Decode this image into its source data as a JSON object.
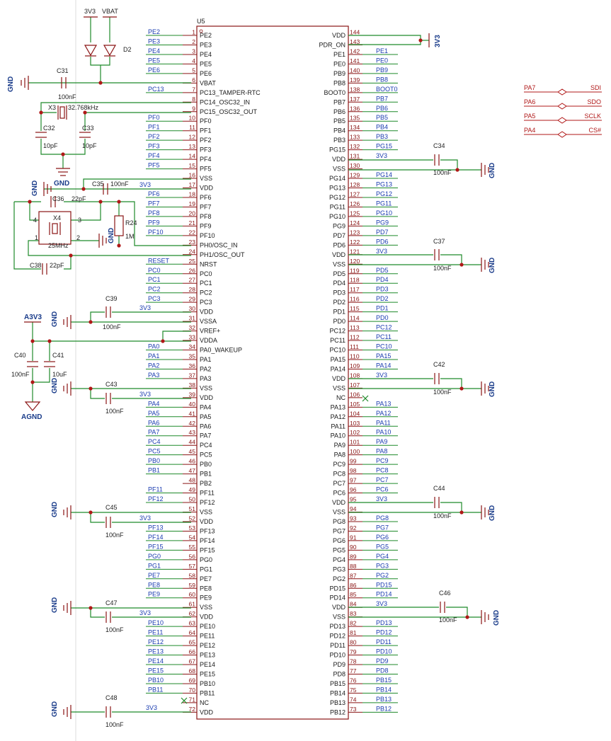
{
  "ic": {
    "ref": "U5",
    "left_pins": [
      [
        "1",
        "PE2",
        "PE2"
      ],
      [
        "2",
        "PE3",
        "PE3"
      ],
      [
        "3",
        "PE4",
        "PE4"
      ],
      [
        "4",
        "PE5",
        "PE5"
      ],
      [
        "5",
        "PE6",
        "PE6"
      ],
      [
        "6",
        "VBAT",
        ""
      ],
      [
        "7",
        "PC13_TAMPER-RTC",
        "PC13"
      ],
      [
        "8",
        "PC14_OSC32_IN",
        ""
      ],
      [
        "9",
        "PC15_OSC32_OUT",
        ""
      ],
      [
        "10",
        "PF0",
        "PF0"
      ],
      [
        "11",
        "PF1",
        "PF1"
      ],
      [
        "12",
        "PF2",
        "PF2"
      ],
      [
        "13",
        "PF3",
        "PF3"
      ],
      [
        "14",
        "PF4",
        "PF4"
      ],
      [
        "15",
        "PF5",
        "PF5"
      ],
      [
        "16",
        "VSS",
        ""
      ],
      [
        "17",
        "VDD",
        "3V3"
      ],
      [
        "18",
        "PF6",
        "PF6"
      ],
      [
        "19",
        "PF7",
        "PF7"
      ],
      [
        "20",
        "PF8",
        "PF8"
      ],
      [
        "21",
        "PF9",
        "PF9"
      ],
      [
        "22",
        "PF10",
        "PF10"
      ],
      [
        "23",
        "PH0/OSC_IN",
        ""
      ],
      [
        "24",
        "PH1/OSC_OUT",
        ""
      ],
      [
        "25",
        "NRST",
        "RESET"
      ],
      [
        "26",
        "PC0",
        "PC0"
      ],
      [
        "27",
        "PC1",
        "PC1"
      ],
      [
        "28",
        "PC2",
        "PC2"
      ],
      [
        "29",
        "PC3",
        "PC3"
      ],
      [
        "30",
        "VDD",
        "3V3"
      ],
      [
        "31",
        "VSSA",
        ""
      ],
      [
        "32",
        "VREF+",
        ""
      ],
      [
        "33",
        "VDDA",
        ""
      ],
      [
        "34",
        "PA0_WAKEUP",
        "PA0"
      ],
      [
        "35",
        "PA1",
        "PA1"
      ],
      [
        "36",
        "PA2",
        "PA2"
      ],
      [
        "37",
        "PA3",
        "PA3"
      ],
      [
        "38",
        "VSS",
        ""
      ],
      [
        "39",
        "VDD",
        "3V3"
      ],
      [
        "40",
        "PA4",
        "PA4"
      ],
      [
        "41",
        "PA5",
        "PA5"
      ],
      [
        "42",
        "PA6",
        "PA6"
      ],
      [
        "43",
        "PA7",
        "PA7"
      ],
      [
        "44",
        "PC4",
        "PC4"
      ],
      [
        "45",
        "PC5",
        "PC5"
      ],
      [
        "46",
        "PB0",
        "PB0"
      ],
      [
        "47",
        "PB1",
        "PB1"
      ],
      [
        "48",
        "PB2",
        ""
      ],
      [
        "49",
        "PF11",
        "PF11"
      ],
      [
        "50",
        "PF12",
        "PF12"
      ],
      [
        "51",
        "VSS",
        ""
      ],
      [
        "52",
        "VDD",
        "3V3"
      ],
      [
        "53",
        "PF13",
        "PF13"
      ],
      [
        "54",
        "PF14",
        "PF14"
      ],
      [
        "55",
        "PF15",
        "PF15"
      ],
      [
        "56",
        "PG0",
        "PG0"
      ],
      [
        "57",
        "PG1",
        "PG1"
      ],
      [
        "58",
        "PE7",
        "PE7"
      ],
      [
        "59",
        "PE8",
        "PE8"
      ],
      [
        "60",
        "PE9",
        "PE9"
      ],
      [
        "61",
        "VSS",
        ""
      ],
      [
        "62",
        "VDD",
        "3V3"
      ],
      [
        "63",
        "PE10",
        "PE10"
      ],
      [
        "64",
        "PE11",
        "PE11"
      ],
      [
        "65",
        "PE12",
        "PE12"
      ],
      [
        "66",
        "PE13",
        "PE13"
      ],
      [
        "67",
        "PE14",
        "PE14"
      ],
      [
        "68",
        "PE15",
        "PE15"
      ],
      [
        "69",
        "PB10",
        "PB10"
      ],
      [
        "70",
        "PB11",
        "PB11"
      ],
      [
        "71",
        "NC",
        ""
      ],
      [
        "72",
        "VDD",
        "3V3"
      ]
    ],
    "right_pins": [
      [
        "144",
        "VDD",
        ""
      ],
      [
        "143",
        "PDR_ON",
        ""
      ],
      [
        "142",
        "PE1",
        "PE1"
      ],
      [
        "141",
        "PE0",
        "PE0"
      ],
      [
        "140",
        "PB9",
        "PB9"
      ],
      [
        "139",
        "PB8",
        "PB8"
      ],
      [
        "138",
        "BOOT0",
        "BOOT0"
      ],
      [
        "137",
        "PB7",
        "PB7"
      ],
      [
        "136",
        "PB6",
        "PB6"
      ],
      [
        "135",
        "PB5",
        "PB5"
      ],
      [
        "134",
        "PB4",
        "PB4"
      ],
      [
        "133",
        "PB3",
        "PB3"
      ],
      [
        "132",
        "PG15",
        "PG15"
      ],
      [
        "131",
        "VDD",
        "3V3"
      ],
      [
        "130",
        "VSS",
        ""
      ],
      [
        "129",
        "PG14",
        "PG14"
      ],
      [
        "128",
        "PG13",
        "PG13"
      ],
      [
        "127",
        "PG12",
        "PG12"
      ],
      [
        "126",
        "PG11",
        "PG11"
      ],
      [
        "125",
        "PG10",
        "PG10"
      ],
      [
        "124",
        "PG9",
        "PG9"
      ],
      [
        "123",
        "PD7",
        "PD7"
      ],
      [
        "122",
        "PD6",
        "PD6"
      ],
      [
        "121",
        "VDD",
        "3V3"
      ],
      [
        "120",
        "VSS",
        ""
      ],
      [
        "119",
        "PD5",
        "PD5"
      ],
      [
        "118",
        "PD4",
        "PD4"
      ],
      [
        "117",
        "PD3",
        "PD3"
      ],
      [
        "116",
        "PD2",
        "PD2"
      ],
      [
        "115",
        "PD1",
        "PD1"
      ],
      [
        "114",
        "PD0",
        "PD0"
      ],
      [
        "113",
        "PC12",
        "PC12"
      ],
      [
        "112",
        "PC11",
        "PC11"
      ],
      [
        "111",
        "PC10",
        "PC10"
      ],
      [
        "110",
        "PA15",
        "PA15"
      ],
      [
        "109",
        "PA14",
        "PA14"
      ],
      [
        "108",
        "VDD",
        "3V3"
      ],
      [
        "107",
        "VSS",
        ""
      ],
      [
        "106",
        "NC",
        ""
      ],
      [
        "105",
        "PA13",
        "PA13"
      ],
      [
        "104",
        "PA12",
        "PA12"
      ],
      [
        "103",
        "PA11",
        "PA11"
      ],
      [
        "102",
        "PA10",
        "PA10"
      ],
      [
        "101",
        "PA9",
        "PA9"
      ],
      [
        "100",
        "PA8",
        "PA8"
      ],
      [
        "99",
        "PC9",
        "PC9"
      ],
      [
        "98",
        "PC8",
        "PC8"
      ],
      [
        "97",
        "PC7",
        "PC7"
      ],
      [
        "96",
        "PC6",
        "PC6"
      ],
      [
        "95",
        "VDD",
        "3V3"
      ],
      [
        "94",
        "VSS",
        ""
      ],
      [
        "93",
        "PG8",
        "PG8"
      ],
      [
        "92",
        "PG7",
        "PG7"
      ],
      [
        "91",
        "PG6",
        "PG6"
      ],
      [
        "90",
        "PG5",
        "PG5"
      ],
      [
        "89",
        "PG4",
        "PG4"
      ],
      [
        "88",
        "PG3",
        "PG3"
      ],
      [
        "87",
        "PG2",
        "PG2"
      ],
      [
        "86",
        "PD15",
        "PD15"
      ],
      [
        "85",
        "PD14",
        "PD14"
      ],
      [
        "84",
        "VDD",
        "3V3"
      ],
      [
        "83",
        "VSS",
        ""
      ],
      [
        "82",
        "PD13",
        "PD13"
      ],
      [
        "81",
        "PD12",
        "PD12"
      ],
      [
        "80",
        "PD11",
        "PD11"
      ],
      [
        "79",
        "PD10",
        "PD10"
      ],
      [
        "78",
        "PD9",
        "PD9"
      ],
      [
        "77",
        "PD8",
        "PD8"
      ],
      [
        "76",
        "PB15",
        "PB15"
      ],
      [
        "75",
        "PB14",
        "PB14"
      ],
      [
        "74",
        "PB13",
        "PB13"
      ],
      [
        "73",
        "PB12",
        "PB12"
      ]
    ]
  },
  "labels": {
    "d2_left": "3V3",
    "d2_right": "VBAT",
    "d2_ref": "D2",
    "gnd": "GND",
    "agnd": "AGND",
    "a3v3": "A3V3",
    "v3v3": "3V3",
    "c31": "C31",
    "c31v": "100nF",
    "x3": "X3",
    "x3v": "32.768kHz",
    "c32": "C32",
    "c32v": "10pF",
    "c33": "C33",
    "c33v": "10pF",
    "c35": "C35",
    "c35v": "100nF",
    "c36": "C36",
    "c36v": "22pF",
    "c38": "C38",
    "c38v": "22pF",
    "x4": "X4",
    "x4v": "25MHz",
    "r24": "R24",
    "r24v": "1M",
    "c39": "C39",
    "c39v": "100nF",
    "c40": "C40",
    "c40v": "100nF",
    "c41": "C41",
    "c41v": "10uF",
    "c43": "C43",
    "c43v": "100nF",
    "c45": "C45",
    "c45v": "100nF",
    "c47": "C47",
    "c47v": "100nF",
    "c48": "C48",
    "c48v": "100nF",
    "c34": "C34",
    "c34v": "100nF",
    "c37": "C37",
    "c37v": "100nF",
    "c42": "C42",
    "c42v": "100nF",
    "c44": "C44",
    "c44v": "100nF",
    "c46": "C46",
    "c46v": "100nF",
    "x4_p1": "1",
    "x4_p2": "2",
    "x4_p3": "3",
    "x4_p4": "4"
  },
  "ports": [
    {
      "net": "PA7",
      "name": "SDI"
    },
    {
      "net": "PA6",
      "name": "SDO"
    },
    {
      "net": "PA5",
      "name": "SCLK"
    },
    {
      "net": "PA4",
      "name": "CS#"
    }
  ],
  "colors": {
    "wire": "#1f8a2a",
    "part": "#8a1414",
    "body": "#8a1414",
    "net": "#1a3cb0",
    "junction": "#b01818",
    "port": "#b01818"
  }
}
